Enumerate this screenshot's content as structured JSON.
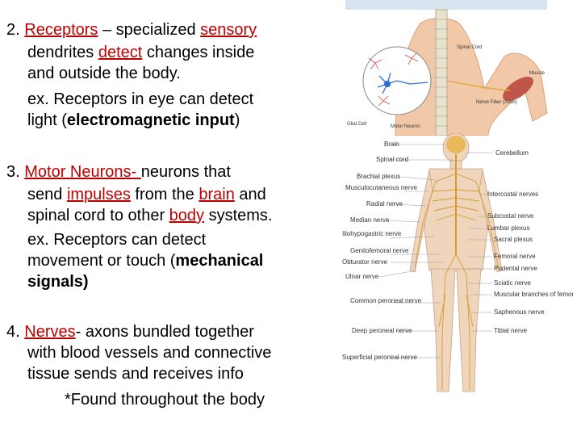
{
  "items": [
    {
      "number": "2.",
      "term": "Receptors",
      "after_term": " – specialized ",
      "kw1": "sensory",
      "line2_a": "dendrites ",
      "kw2": "detect",
      "line2_b": " changes inside",
      "line3": "and outside the body.",
      "ex1": "ex. Receptors in eye can detect",
      "ex2_a": "light (",
      "ex2_bold": "electromagnetic input",
      "ex2_b": ")"
    },
    {
      "number": "3.",
      "term": "Motor Neurons",
      "dash": "- ",
      "after_term": "neurons that",
      "line2_a": "send ",
      "kw1": "impulses",
      "line2_b": " from the ",
      "kw2": "brain",
      "line2_c": " and",
      "line3_a": "spinal cord to other ",
      "kw3": "body",
      "line3_b": " systems.",
      "ex1": "ex. Receptors can detect",
      "ex2_a": "movement or touch (",
      "ex2_bold": "mechanical",
      "ex3_bold": "signals)"
    },
    {
      "number": "4.",
      "term": "Nerves",
      "after_term": "- axons bundled together",
      "line2": "with blood vessels and connective",
      "line3": "tissue sends and receives info",
      "note": "*Found throughout the body"
    }
  ],
  "figure_top": {
    "labels": [
      "Spinal Cord",
      "Muscle",
      "Nerve Fiber (Axon)",
      "Glial Cell",
      "Motor Neuron"
    ]
  },
  "figure_body": {
    "left_labels": [
      "Brain",
      "Spinal cord",
      "Brachial plexus",
      "Musculocutaneous nerve",
      "Radial nerve",
      "Median nerve",
      "Iliohypogastric nerve",
      "Genitofemoral nerve",
      "Obturator nerve",
      "Ulnar nerve",
      "Common peroneal nerve",
      "Deep peroneal nerve",
      "Superficial peroneal nerve"
    ],
    "right_labels": [
      "Cerebellum",
      "Intercostal nerves",
      "Subcostal nerve",
      "Lumbar plexus",
      "Sacral plexus",
      "Femoral nerve",
      "Pudental nerve",
      "Sciatic nerve",
      "Muscular branches of femoral nerve",
      "Saphenous nerve",
      "Tibial nerve"
    ]
  }
}
